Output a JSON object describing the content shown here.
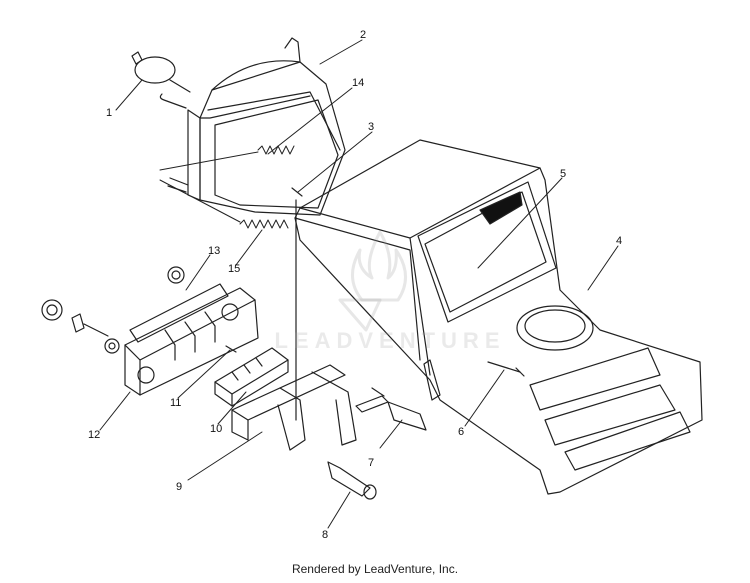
{
  "callouts": [
    {
      "label": "1"
    },
    {
      "label": "2"
    },
    {
      "label": "3"
    },
    {
      "label": "4"
    },
    {
      "label": "5"
    },
    {
      "label": "6"
    },
    {
      "label": "7"
    },
    {
      "label": "8"
    },
    {
      "label": "9"
    },
    {
      "label": "10"
    },
    {
      "label": "11"
    },
    {
      "label": "12"
    },
    {
      "label": "13"
    },
    {
      "label": "14"
    },
    {
      "label": "15"
    }
  ],
  "watermark": {
    "text": "LEADVENTURE"
  },
  "footer": {
    "text": "Rendered by LeadVenture, Inc."
  },
  "colors": {
    "line": "#222222",
    "shade": "#111111",
    "watermark": "#a0a0a0"
  }
}
